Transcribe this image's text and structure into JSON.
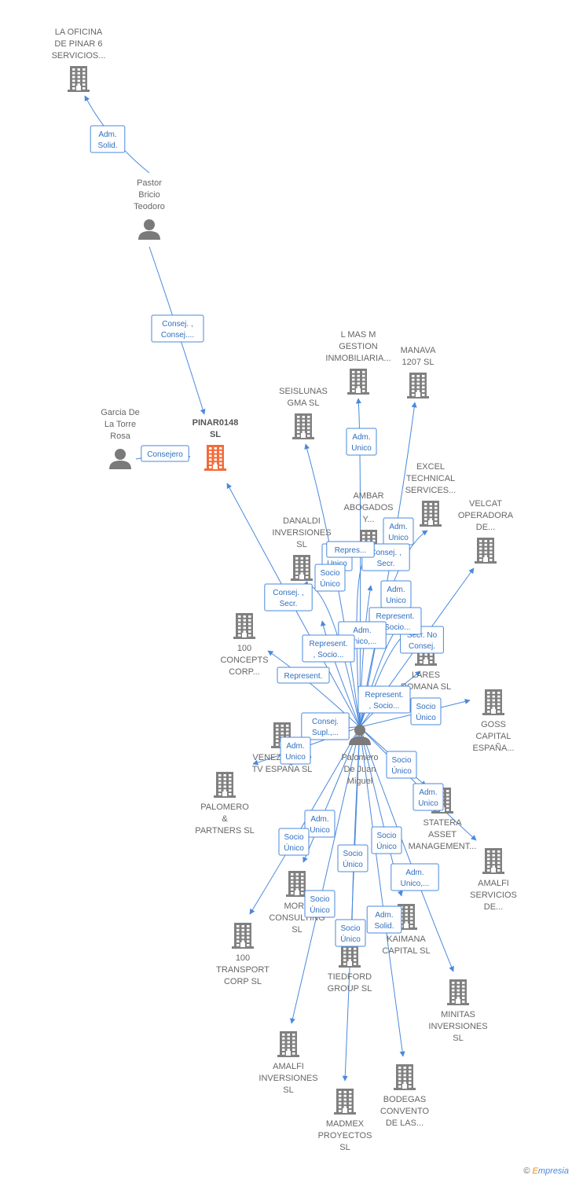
{
  "colors": {
    "edge": "#4a89dc",
    "building": "#808080",
    "focus_building": "#f26c3a",
    "person": "#7a7a7a"
  },
  "nodes": [
    {
      "id": "oficina",
      "type": "company",
      "lines": [
        "LA OFICINA",
        "DE PINAR 6",
        "SERVICIOS..."
      ],
      "icon": "building-icon"
    },
    {
      "id": "pastor",
      "type": "person",
      "lines": [
        "Pastor",
        "Bricio",
        "Teodoro"
      ],
      "icon": "person-icon"
    },
    {
      "id": "garcia",
      "type": "person",
      "lines": [
        "Garcia De",
        "La Torre",
        "Rosa"
      ],
      "icon": "person-icon"
    },
    {
      "id": "pinar",
      "type": "company",
      "focus": true,
      "lines": [
        "PINAR0148",
        "SL"
      ],
      "icon": "building-icon"
    },
    {
      "id": "lmas",
      "type": "company",
      "lines": [
        "L MAS M",
        "GESTION",
        "INMOBILIARIA..."
      ],
      "icon": "building-icon"
    },
    {
      "id": "manava",
      "type": "company",
      "lines": [
        "MANAVA",
        "1207 SL"
      ],
      "icon": "building-icon"
    },
    {
      "id": "seislunas",
      "type": "company",
      "lines": [
        "SEISLUNAS",
        "GMA SL"
      ],
      "icon": "building-icon"
    },
    {
      "id": "excel",
      "type": "company",
      "lines": [
        "EXCEL",
        "TECHNICAL",
        "SERVICES..."
      ],
      "icon": "building-icon"
    },
    {
      "id": "ambar",
      "type": "company",
      "lines": [
        "AMBAR",
        "ABOGADOS",
        "Y..."
      ],
      "icon": "building-icon"
    },
    {
      "id": "velcat",
      "type": "company",
      "lines": [
        "VELCAT",
        "OPERADORA",
        "DE..."
      ],
      "icon": "building-icon"
    },
    {
      "id": "danaldi",
      "type": "company",
      "lines": [
        "DANALDI",
        "INVERSIONES",
        "SL"
      ],
      "icon": "building-icon"
    },
    {
      "id": "concepts",
      "type": "company",
      "lines": [
        "100",
        "CONCEPTS",
        "CORP..."
      ],
      "icon": "building-icon"
    },
    {
      "id": "lares",
      "type": "company",
      "lines": [
        "LARES",
        "ROMANA SL"
      ],
      "icon": "building-icon"
    },
    {
      "id": "goss",
      "type": "company",
      "lines": [
        "GOSS",
        "CAPITAL",
        "ESPAÑA..."
      ],
      "icon": "building-icon"
    },
    {
      "id": "palomero",
      "type": "person",
      "lines": [
        "Palomero",
        "De Juan",
        "Miguel"
      ],
      "icon": "person-icon"
    },
    {
      "id": "venezolano",
      "type": "company",
      "lines": [
        "VENEZOLANO",
        "TV ESPAÑA SL"
      ],
      "icon": "building-icon"
    },
    {
      "id": "partners",
      "type": "company",
      "lines": [
        "PALOMERO",
        "&",
        "PARTNERS SL"
      ],
      "icon": "building-icon"
    },
    {
      "id": "statera",
      "type": "company",
      "lines": [
        "STATERA",
        "ASSET",
        "MANAGEMENT..."
      ],
      "icon": "building-icon"
    },
    {
      "id": "amalfiserv",
      "type": "company",
      "lines": [
        "AMALFI",
        "SERVICIOS",
        "DE..."
      ],
      "icon": "building-icon"
    },
    {
      "id": "more",
      "type": "company",
      "lines": [
        "MORE",
        "CONSULTING",
        "SL"
      ],
      "icon": "building-icon"
    },
    {
      "id": "transport",
      "type": "company",
      "lines": [
        "100",
        "TRANSPORT",
        "CORP SL"
      ],
      "icon": "building-icon"
    },
    {
      "id": "kaimana",
      "type": "company",
      "lines": [
        "KAIMANA",
        "CAPITAL SL"
      ],
      "icon": "building-icon"
    },
    {
      "id": "tiedford",
      "type": "company",
      "lines": [
        "TIEDFORD",
        "GROUP SL"
      ],
      "icon": "building-icon"
    },
    {
      "id": "minitas",
      "type": "company",
      "lines": [
        "MINITAS",
        "INVERSIONES",
        "SL"
      ],
      "icon": "building-icon"
    },
    {
      "id": "amalfiinv",
      "type": "company",
      "lines": [
        "AMALFI",
        "INVERSIONES",
        "SL"
      ],
      "icon": "building-icon"
    },
    {
      "id": "madmex",
      "type": "company",
      "lines": [
        "MADMEX",
        "PROYECTOS",
        "SL"
      ],
      "icon": "building-icon"
    },
    {
      "id": "bodegas",
      "type": "company",
      "lines": [
        "BODEGAS",
        "CONVENTO",
        "DE LAS..."
      ],
      "icon": "building-icon"
    }
  ],
  "edges": [
    {
      "from": "pastor",
      "to": "oficina",
      "lines": [
        "Adm.",
        "Solid."
      ]
    },
    {
      "from": "pastor",
      "to": "pinar",
      "lines": [
        "Consej. ,",
        "Consej...."
      ]
    },
    {
      "from": "garcia",
      "to": "pinar",
      "lines": [
        "Consejero"
      ]
    },
    {
      "from": "palomero",
      "to": "pinar",
      "lines": [
        "Consej. ,",
        "Secr."
      ]
    },
    {
      "from": "palomero",
      "to": "lmas",
      "lines": [
        "Adm.",
        "Unico"
      ]
    },
    {
      "from": "palomero",
      "to": "manava",
      "lines": [
        "Adm.",
        "Unico"
      ]
    },
    {
      "from": "palomero",
      "to": "seislunas",
      "lines": [
        "Adm.",
        "Unico"
      ]
    },
    {
      "from": "palomero",
      "to": "excel",
      "lines": [
        "Consej. ,",
        "Secr."
      ]
    },
    {
      "from": "palomero",
      "to": "ambar",
      "lines": [
        "Repres..."
      ]
    },
    {
      "from": "palomero",
      "to": "velcat",
      "lines": [
        "Secr. No",
        "Consej."
      ]
    },
    {
      "from": "palomero",
      "to": "danaldi",
      "lines": [
        "Socio",
        "Único"
      ]
    },
    {
      "from": "palomero",
      "to": "concepts",
      "lines": [
        "Represent."
      ]
    },
    {
      "from": "palomero",
      "to": "lares",
      "lines": [
        "Adm.",
        "Unico"
      ]
    },
    {
      "from": "palomero",
      "to": "lares",
      "lines": [
        "Represent.",
        ", Socio..."
      ]
    },
    {
      "from": "palomero",
      "to": "goss",
      "lines": [
        "Socio",
        "Único"
      ]
    },
    {
      "from": "palomero",
      "to": "ambar",
      "lines": [
        "Adm.",
        "Unico,..."
      ]
    },
    {
      "from": "palomero",
      "to": "danaldi",
      "lines": [
        "Represent.",
        ", Socio..."
      ]
    },
    {
      "from": "palomero",
      "to": "lares",
      "lines": [
        "Represent.",
        ", Socio..."
      ]
    },
    {
      "from": "palomero",
      "to": "venezolano",
      "lines": [
        "Consej.",
        "Supl.,..."
      ]
    },
    {
      "from": "palomero",
      "to": "venezolano",
      "lines": [
        "Adm.",
        "Unico"
      ]
    },
    {
      "from": "palomero",
      "to": "statera",
      "lines": [
        "Socio",
        "Único"
      ]
    },
    {
      "from": "palomero",
      "to": "amalfiserv",
      "lines": [
        "Adm.",
        "Unico"
      ]
    },
    {
      "from": "palomero",
      "to": "more",
      "lines": [
        "Adm.",
        "Unico"
      ]
    },
    {
      "from": "palomero",
      "to": "transport",
      "lines": [
        "Socio",
        "Único"
      ]
    },
    {
      "from": "palomero",
      "to": "kaimana",
      "lines": [
        "Socio",
        "Único"
      ]
    },
    {
      "from": "palomero",
      "to": "minitas",
      "lines": [
        "Adm.",
        "Unico,..."
      ]
    },
    {
      "from": "palomero",
      "to": "tiedford",
      "lines": [
        "Socio",
        "Único"
      ]
    },
    {
      "from": "palomero",
      "to": "amalfiinv",
      "lines": [
        "Socio",
        "Único"
      ]
    },
    {
      "from": "palomero",
      "to": "madmex",
      "lines": [
        "Socio",
        "Único"
      ]
    },
    {
      "from": "palomero",
      "to": "bodegas",
      "lines": [
        "Adm.",
        "Solid."
      ]
    }
  ],
  "logo": {
    "symbol": "©",
    "brand_initial": "E",
    "brand_rest": "mpresia"
  }
}
